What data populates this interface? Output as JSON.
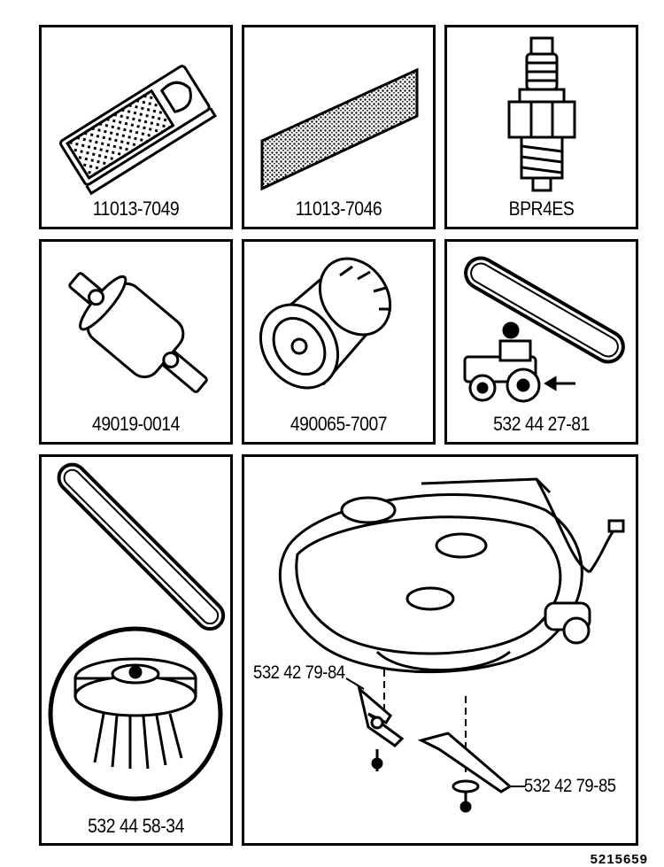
{
  "parts": [
    {
      "id": "air-filter",
      "icon": "air-filter-icon",
      "number": "11013-7049"
    },
    {
      "id": "pre-filter",
      "icon": "pre-filter-foam-icon",
      "number": "11013-7046"
    },
    {
      "id": "spark-plug",
      "icon": "spark-plug-icon",
      "number": "BPR4ES"
    },
    {
      "id": "fuel-filter",
      "icon": "fuel-filter-icon",
      "number": "49019-0014"
    },
    {
      "id": "oil-filter",
      "icon": "oil-filter-icon",
      "number": "490065-7007"
    },
    {
      "id": "drive-belt",
      "icon": "drive-belt-icon",
      "number": "532 44 27-81"
    },
    {
      "id": "mower-belt-pulley",
      "icon": "belt-and-pulley-icon",
      "number": "532 44 58-34"
    },
    {
      "id": "mower-deck",
      "icon": "mower-deck-icon"
    }
  ],
  "deck_callouts": {
    "blade_left": "532 42 79-84",
    "blade_right": "532 42 79-85"
  },
  "footer_code": "5215659"
}
